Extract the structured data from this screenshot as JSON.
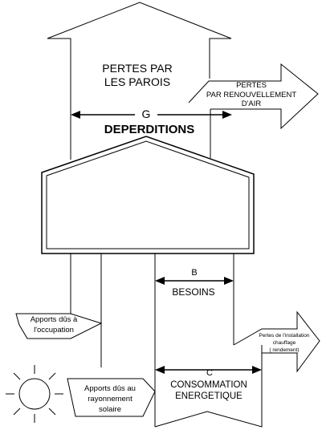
{
  "diagram": {
    "walls_losses": [
      "PERTES PAR",
      "LES PAROIS"
    ],
    "air_losses": [
      "PERTES",
      "PAR RENOUVELLEMENT",
      "D'AIR"
    ],
    "g_letter": "G",
    "g_label": "DEPERDITIONS",
    "b_letter": "B",
    "b_label": "BESOINS",
    "occupation_gains": [
      "Apports dûs à",
      "l'occupation"
    ],
    "solar_gains": [
      "Apports dûs au",
      "rayonnement",
      "solaire"
    ],
    "c_letter": "C",
    "c_label": [
      "CONSOMMATION",
      "ENERGETIQUE"
    ],
    "install_losses": [
      "Pertes de l'installation",
      "chauffage",
      "( rendement)"
    ]
  }
}
